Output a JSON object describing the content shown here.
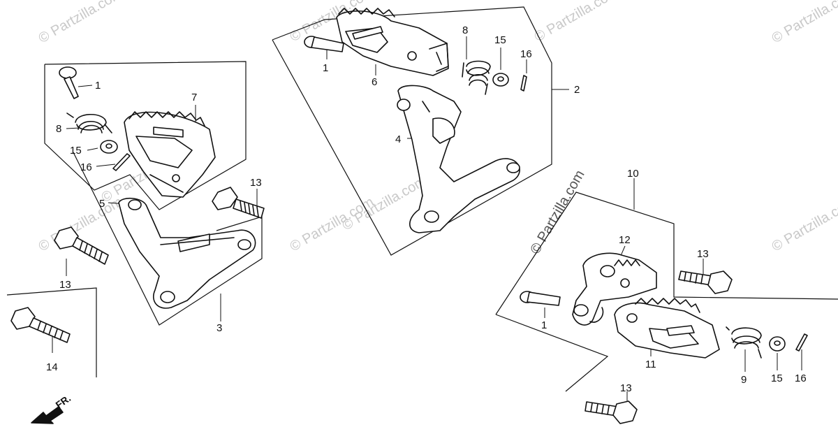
{
  "callouts": {
    "c1a": "1",
    "c1b": "1",
    "c1c": "1",
    "c2": "2",
    "c3": "3",
    "c4": "4",
    "c5": "5",
    "c6": "6",
    "c7": "7",
    "c8a": "8",
    "c8b": "8",
    "c9": "9",
    "c10": "10",
    "c11": "11",
    "c12": "12",
    "c13a": "13",
    "c13b": "13",
    "c13c": "13",
    "c13d": "13",
    "c14": "14",
    "c15a": "15",
    "c15b": "15",
    "c15c": "15",
    "c16a": "16",
    "c16b": "16",
    "c16c": "16"
  },
  "direction_label": "FR.",
  "watermark": "© Partzilla.com",
  "colors": {
    "ink": "#111111",
    "watermark": "#c9c9c9",
    "background": "#ffffff"
  }
}
